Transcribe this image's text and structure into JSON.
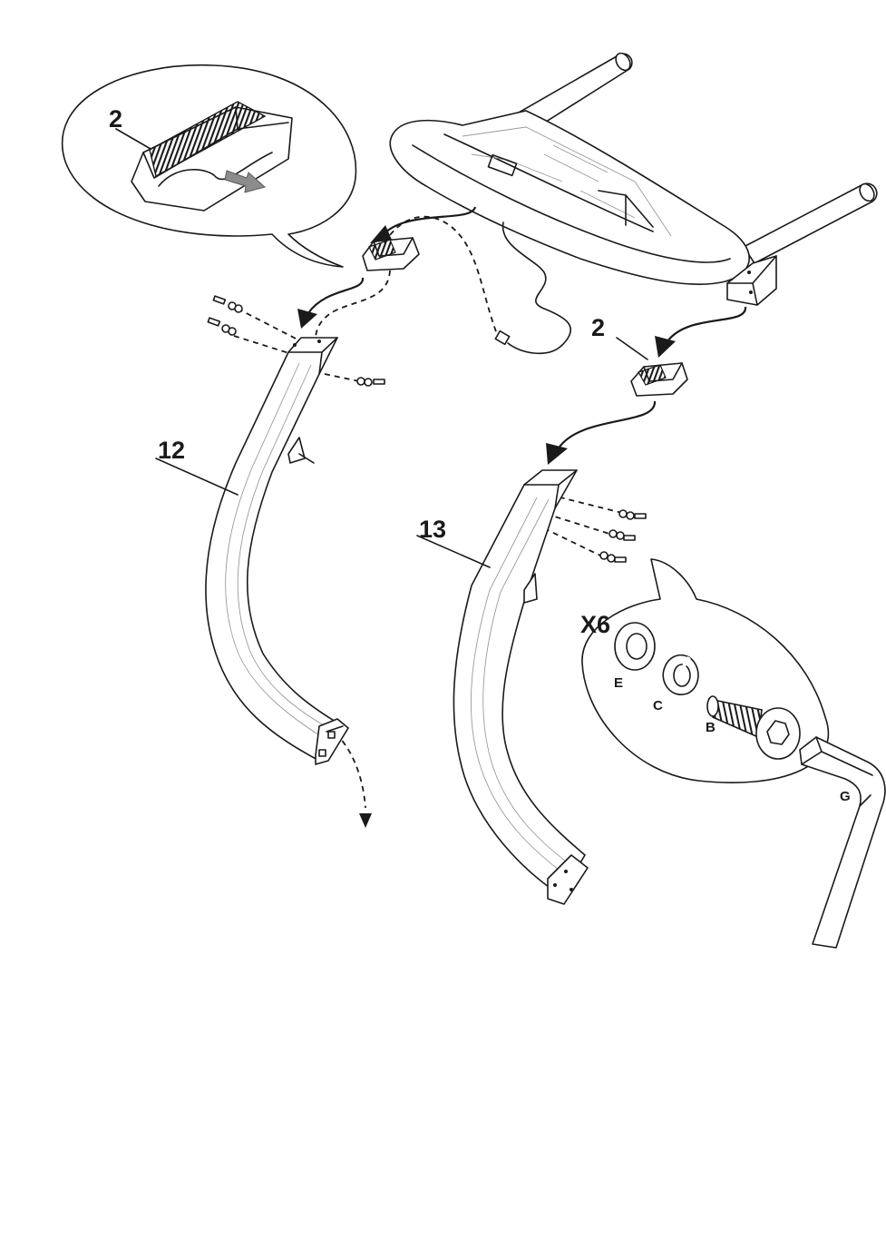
{
  "labels": {
    "callout_part": "2",
    "right_cover": "2",
    "left_upright": "12",
    "right_upright": "13",
    "quantity": "X6",
    "washer": "E",
    "lock_washer": "C",
    "bolt": "B",
    "hex_key": "G"
  },
  "colors": {
    "line": "#1a1a1a",
    "detail": "#9a9a9a",
    "motion_arrow": "#8c8c8c"
  }
}
